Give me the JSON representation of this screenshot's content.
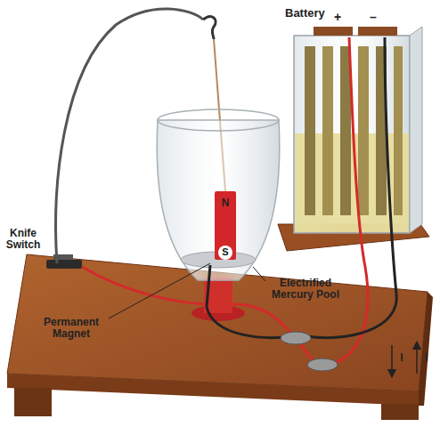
{
  "diagram": {
    "labels": [
      "Battery",
      "+",
      "–",
      "Knife Switch",
      "Permanent Magnet",
      "Electrified Mercury Pool",
      "N",
      "S",
      "I",
      "I"
    ]
  }
}
